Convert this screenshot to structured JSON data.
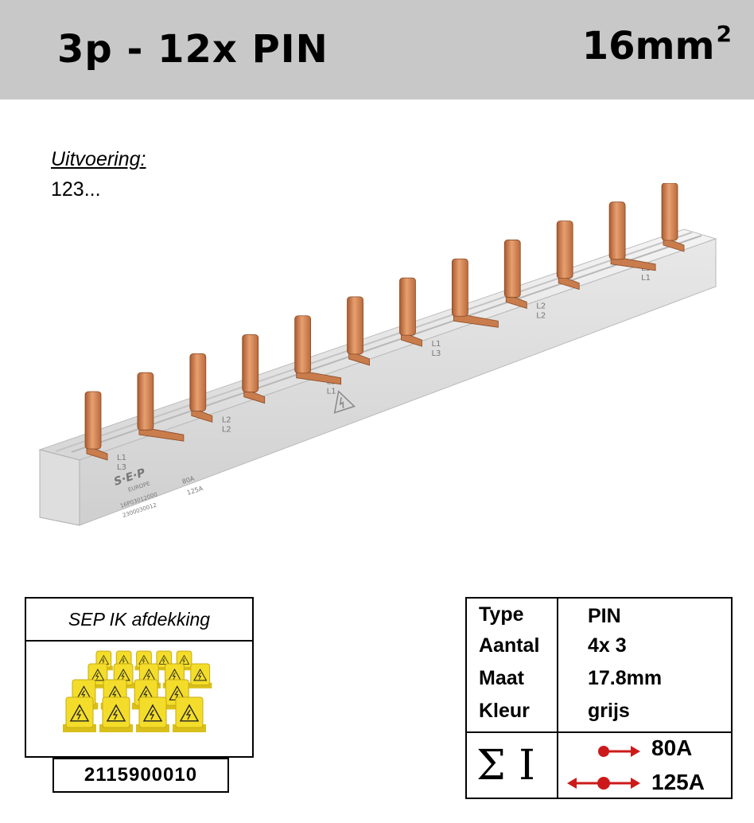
{
  "header": {
    "title": "3p - 12x  PIN",
    "size_value": "16mm",
    "size_exp": "2"
  },
  "uitvoering": {
    "label": "Uitvoering:",
    "value": "123..."
  },
  "product_image": {
    "pins": 12,
    "phase_labels": [
      "L1",
      "L3",
      "L2",
      "L2",
      "L3",
      "L1",
      "L1",
      "L3",
      "L2",
      "L2",
      "L3",
      "L1"
    ],
    "brand_mark": "S·E·P",
    "brand_sub": "EUROPE",
    "rating_1": "80A",
    "rating_2": "125A",
    "code_1": "16P03012000",
    "code_2": "2300030012",
    "colors": {
      "copper": "#c87a4a",
      "housing": "#e2e2e2"
    }
  },
  "ik": {
    "title": "SEP IK afdekking",
    "code": "2115900010",
    "color": "#f3dd2a"
  },
  "spec": {
    "rows": [
      {
        "label": "Type",
        "value": "PIN"
      },
      {
        "label": "Aantal",
        "value": "4x 3"
      },
      {
        "label": "Maat",
        "value": "17.8mm"
      },
      {
        "label": "Kleur",
        "value": "grijs"
      }
    ],
    "sigma": "Σ I",
    "ratings": [
      {
        "value": "80A",
        "icon": "single-arrow-icon"
      },
      {
        "value": "125A",
        "icon": "double-arrow-icon"
      }
    ],
    "arrow_color": "#cc1a1a"
  }
}
